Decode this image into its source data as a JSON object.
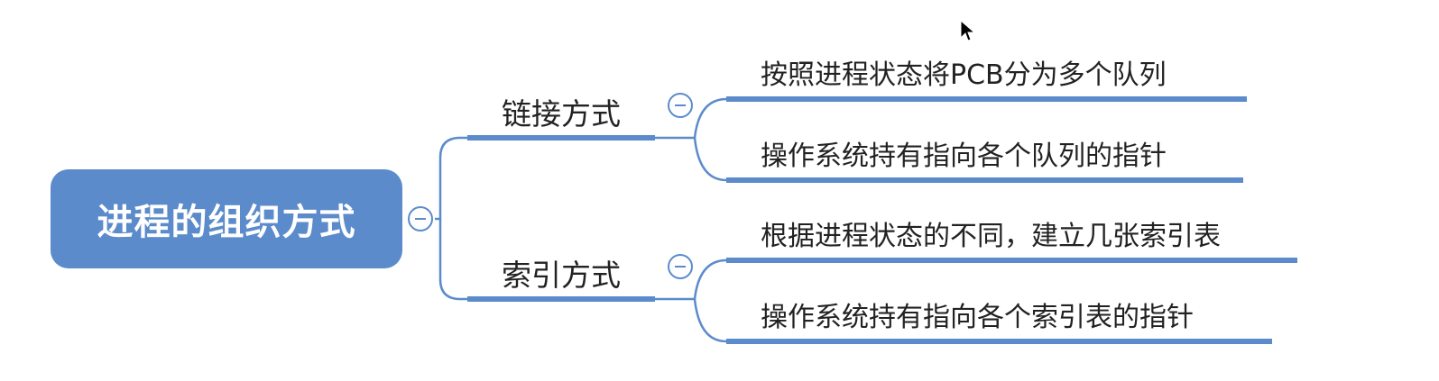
{
  "colors": {
    "accent": "#5b8bcb",
    "text": "#222222",
    "root_text": "#ffffff",
    "background": "#ffffff"
  },
  "root": {
    "label": "进程的组织方式"
  },
  "branches": [
    {
      "label": "链接方式",
      "children": [
        {
          "label": "按照进程状态将PCB分为多个队列"
        },
        {
          "label": "操作系统持有指向各个队列的指针"
        }
      ]
    },
    {
      "label": "索引方式",
      "children": [
        {
          "label": "根据进程状态的不同，建立几张索引表"
        },
        {
          "label": "操作系统持有指向各个索引表的指针"
        }
      ]
    }
  ],
  "icons": {
    "collapse": "minus-circle-icon",
    "cursor": "mouse-pointer-icon"
  }
}
